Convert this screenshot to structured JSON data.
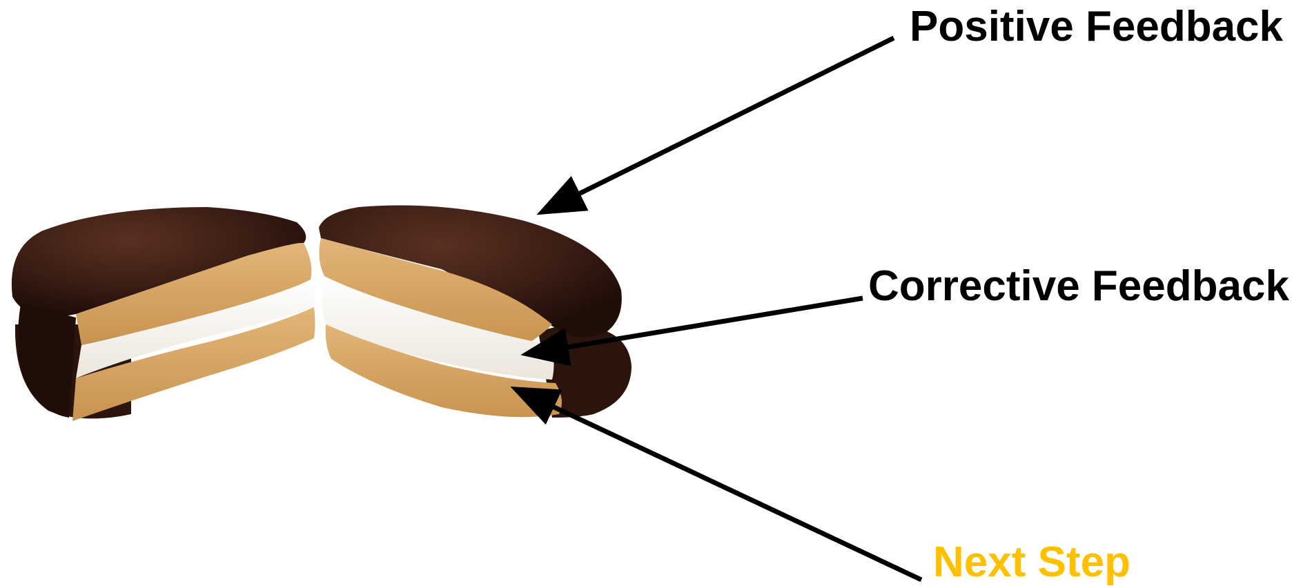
{
  "labels": {
    "positive": "Positive Feedback",
    "corrective": "Corrective Feedback",
    "next": "Next Step"
  },
  "colors": {
    "label_text": "#000000",
    "next_step_text": "#FFC000",
    "arrow": "#000000",
    "chocolate": "#3a1d14",
    "cake": "#d9a868",
    "cream": "#fbf8f2"
  },
  "image": {
    "subject": "moon-pie-cut-in-half"
  }
}
